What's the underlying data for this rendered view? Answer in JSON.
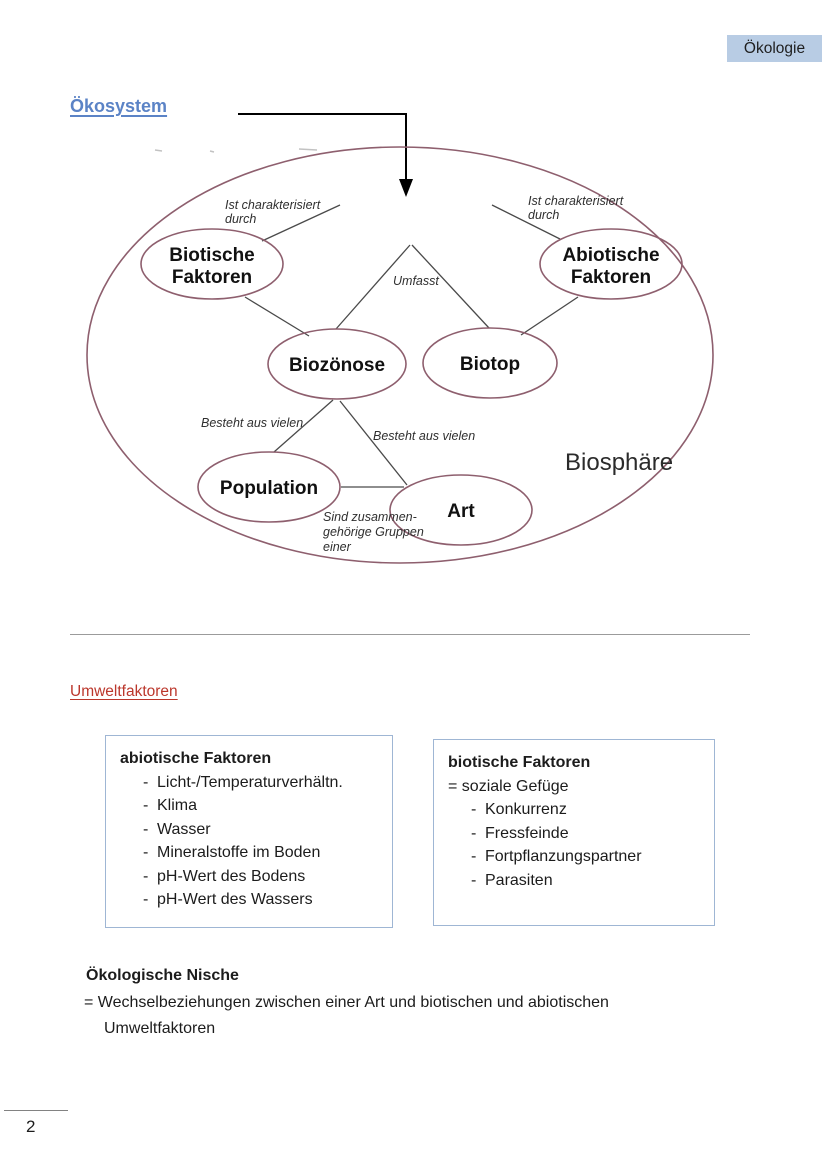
{
  "badge": {
    "label": "Ökologie"
  },
  "heading": {
    "title": "Ökosystem"
  },
  "diagram": {
    "nodes": {
      "biotische": {
        "line1": "Biotische",
        "line2": "Faktoren"
      },
      "abiotische": {
        "line1": "Abiotische",
        "line2": "Faktoren"
      },
      "biozoenose": {
        "label": "Biozönose"
      },
      "biotop": {
        "label": "Biotop"
      },
      "population": {
        "label": "Population"
      },
      "art": {
        "label": "Art"
      }
    },
    "labels": {
      "ist_left": {
        "line1": "Ist charakterisiert",
        "line2": "durch"
      },
      "ist_right": {
        "line1": "Ist charakterisiert",
        "line2": "durch"
      },
      "umfasst": "Umfasst",
      "besteht_left": "Besteht aus vielen",
      "besteht_right": "Besteht aus vielen",
      "sind": {
        "line1": "Sind zusammen-",
        "line2": "gehörige Gruppen",
        "line3": "einer"
      },
      "biosphaere": "Biosphäre"
    }
  },
  "umweltfaktoren": {
    "title": "Umweltfaktoren",
    "boxes": [
      {
        "title": "abiotische Faktoren",
        "items": [
          "Licht-/Temperaturverhältn.",
          "Klima",
          "Wasser",
          "Mineralstoffe im Boden",
          "pH-Wert des Bodens",
          "pH-Wert des Wassers"
        ]
      },
      {
        "title": "biotische Faktoren",
        "intro": "= soziale Gefüge",
        "items": [
          "Konkurrenz",
          "Fressfeinde",
          "Fortpflanzungspartner",
          "Parasiten"
        ]
      }
    ]
  },
  "nische": {
    "title": "Ökologische Nische",
    "line1": "= Wechselbeziehungen zwischen einer Art und biotischen und abiotischen",
    "line2": "Umweltfaktoren"
  },
  "footer": {
    "page_number": "2"
  },
  "ui": {
    "bullet": "-"
  },
  "colors": {
    "accent_blue": "#5b83c6",
    "badge_bg": "#b8cce4",
    "heading_red": "#bb372c",
    "ellipse_stroke": "#8e5f6e",
    "box_border": "#9fb6d4"
  }
}
